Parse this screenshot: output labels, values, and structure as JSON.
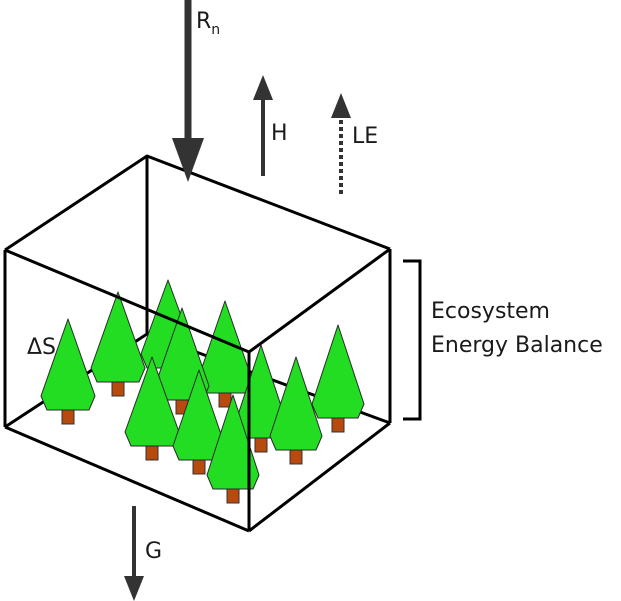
{
  "diagram": {
    "label_rn_main": "R",
    "label_rn_sub": "n",
    "label_h": "H",
    "label_le": "LE",
    "label_g": "G",
    "label_delta_s": "ΔS",
    "bracket_label_line1": "Ecosystem",
    "bracket_label_line2": "Energy Balance",
    "colors": {
      "tree_crown": "#22dd22",
      "tree_trunk": "#b84a0e",
      "arrows": "#333333",
      "box_outline": "#000000"
    },
    "icons": [
      "conifer-tree-icon",
      "arrow-down-icon",
      "arrow-up-icon",
      "dashed-arrow-up-icon"
    ]
  }
}
